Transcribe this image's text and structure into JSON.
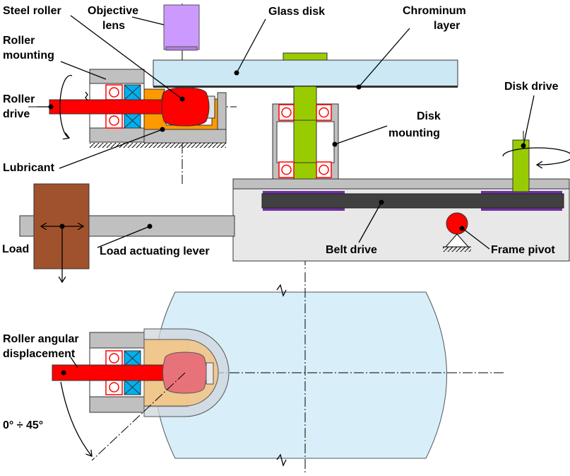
{
  "labels": {
    "steel_roller": "Steel roller",
    "objective_lens_1": "Objective",
    "objective_lens_2": "lens",
    "glass_disk": "Glass disk",
    "chrominum_layer_1": "Chrominum",
    "chrominum_layer_2": "layer",
    "roller_mounting_1": "Roller",
    "roller_mounting_2": "mounting",
    "roller_drive_1": "Roller",
    "roller_drive_2": "drive",
    "disk_drive": "Disk drive",
    "disk_mounting_1": "Disk",
    "disk_mounting_2": "mounting",
    "lubricant": "Lubricant",
    "load": "Load",
    "load_actuating_lever": "Load actuating lever",
    "belt_drive": "Belt drive",
    "frame_pivot": "Frame pivot",
    "roller_angular_displacement_1": "Roller angular",
    "roller_angular_displacement_2": "displacement",
    "angle_range": "0° ÷ 45°"
  },
  "colors": {
    "roller_red": "#ff0000",
    "lubricant_orange": "#ff9900",
    "glass_blue": "#cce8f4",
    "lens_violet": "#cc99ff",
    "shaft_green": "#99cc00",
    "housing_gray": "#c0c0c0",
    "frame_gray": "#e0e0e0",
    "belt_dark": "#404040",
    "pulley_purple": "#7030a0",
    "load_brown": "#a0522d",
    "bearing_blue": "#00b0f0"
  }
}
